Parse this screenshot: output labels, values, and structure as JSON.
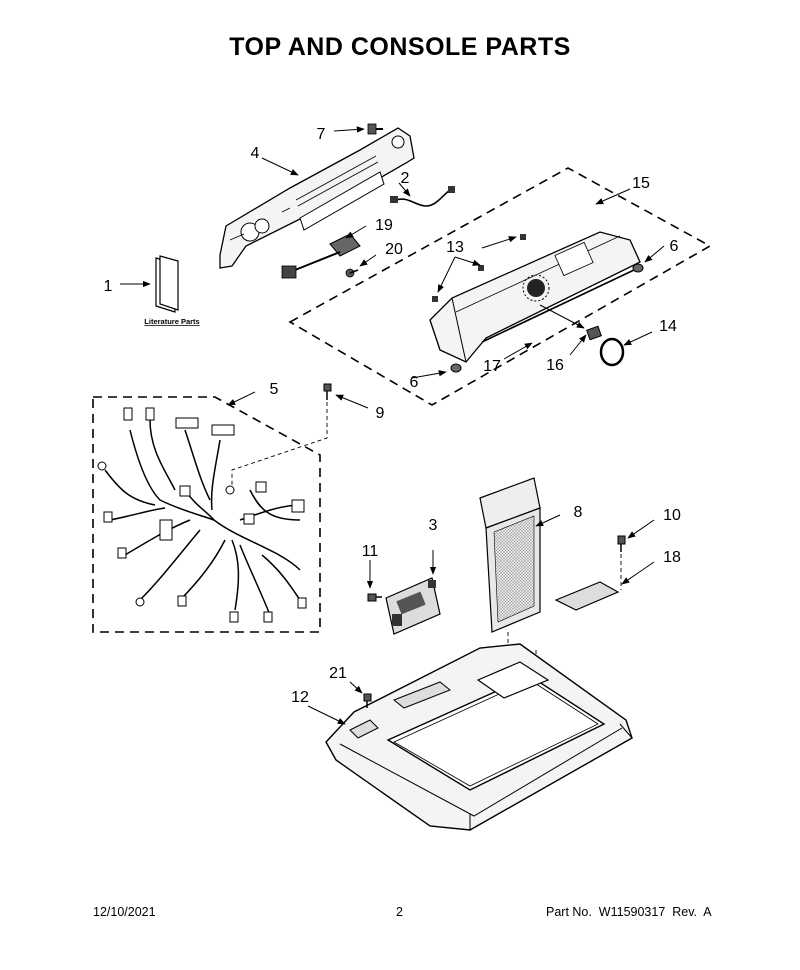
{
  "title": "TOP AND CONSOLE PARTS",
  "literature_label": "Literature Parts",
  "callouts": [
    "1",
    "2",
    "3",
    "4",
    "5",
    "6",
    "6",
    "7",
    "8",
    "9",
    "10",
    "11",
    "12",
    "13",
    "14",
    "15",
    "16",
    "17",
    "18",
    "19",
    "20",
    "21"
  ],
  "footer": {
    "date": "12/10/2021",
    "page_number": "2",
    "part_info": "Part No.  W11590317  Rev.  A"
  }
}
